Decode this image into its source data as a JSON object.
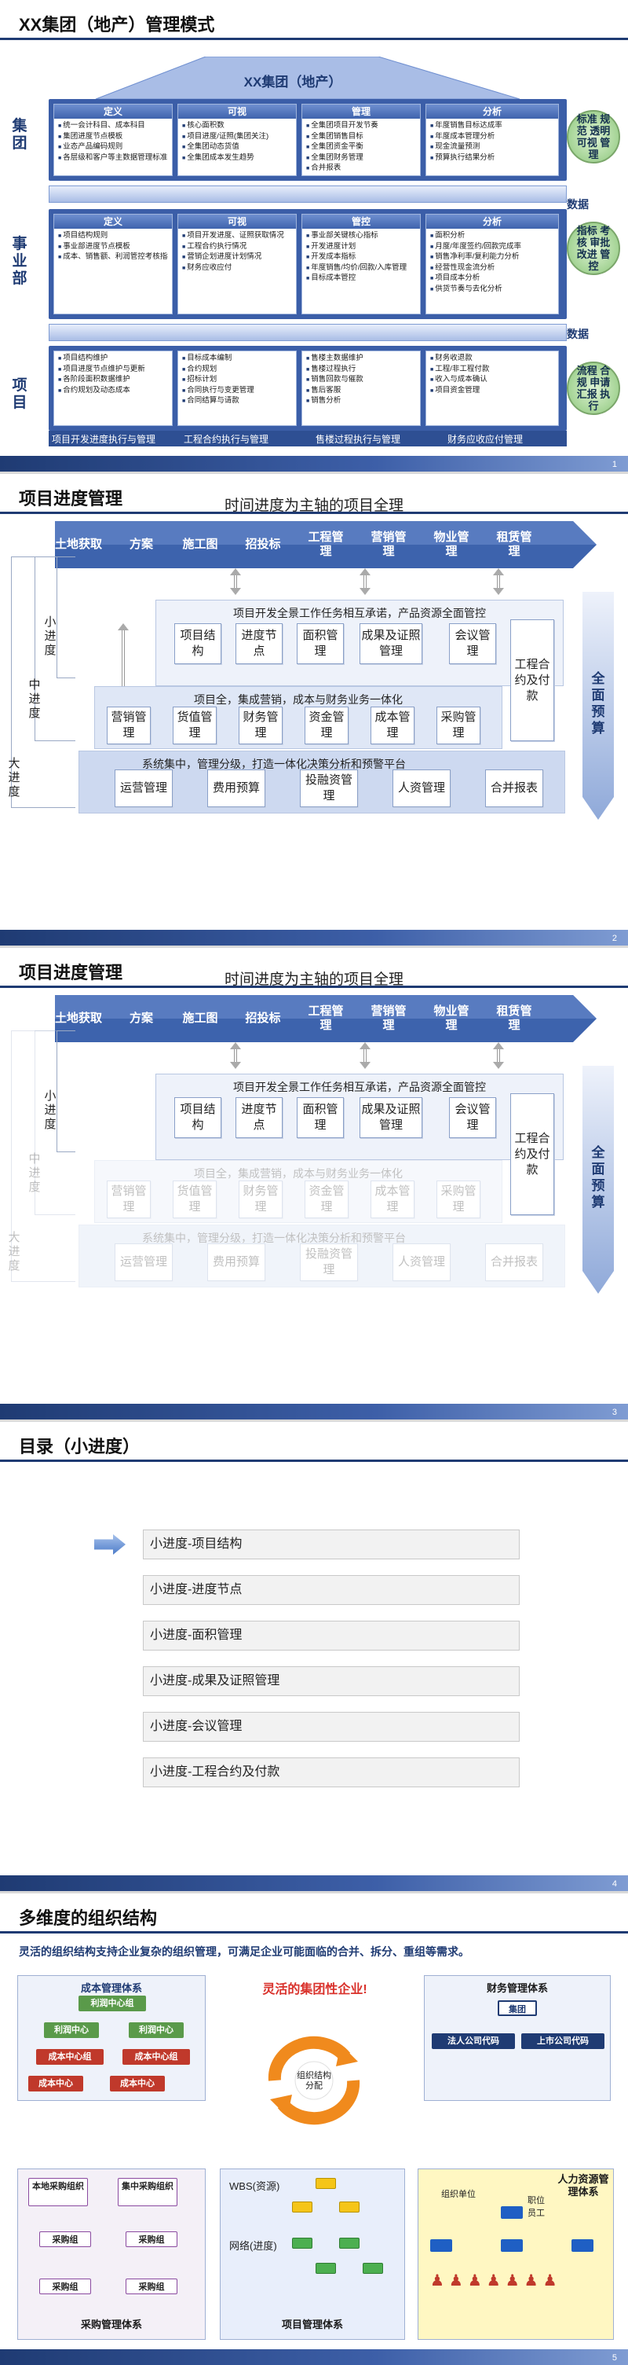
{
  "slide1": {
    "title": "XX集团（地产）管理模式",
    "roof_label": "XX集团（地产）",
    "page": "1",
    "levels": [
      "集团",
      "事业部",
      "项目"
    ],
    "group_row": [
      {
        "head": "定义",
        "items": [
          "统一会计科目、成本科目",
          "集团进度节点模板",
          "业态产品编码规则",
          "各层级和客户等主数据管理标准"
        ]
      },
      {
        "head": "可视",
        "items": [
          "核心面积数",
          "项目进度/证照(集团关注)",
          "全集团动态货值",
          "全集团成本发生趋势"
        ]
      },
      {
        "head": "管理",
        "items": [
          "全集团项目开发节奏",
          "全集团销售目标",
          "全集团资金平衡",
          "全集团财务管理",
          "合并报表"
        ]
      },
      {
        "head": "分析",
        "items": [
          "年度销售目标达成率",
          "年度成本管理分析",
          "现金流量预测",
          "预算执行结果分析"
        ]
      }
    ],
    "bu_row": [
      {
        "head": "定义",
        "items": [
          "项目结构规则",
          "事业部进度节点模板",
          "成本、销售额、利润管控考核指标"
        ]
      },
      {
        "head": "可视",
        "items": [
          "项目开发进度、证照获取情况",
          "工程合约执行情况",
          "营销企划进度计划情况",
          "财务应收应付"
        ]
      },
      {
        "head": "管控",
        "items": [
          "事业部关键核心指标",
          "开发进度计划",
          "开发成本指标",
          "年度销售/均价/回款/入库管理",
          "目标成本管控"
        ]
      },
      {
        "head": "分析",
        "items": [
          "面积分析",
          "月度/年度签约/回款完成率",
          "销售净利率/复利能力分析",
          "经营性现金流分析",
          "项目成本分析",
          "供货节奏与去化分析"
        ]
      }
    ],
    "project_row": [
      {
        "items": [
          "项目结构维护",
          "项目进度节点维护与更新",
          "各阶段面积数据维护",
          "合约规划及动态成本"
        ]
      },
      {
        "items": [
          "目标成本编制",
          "合约规划",
          "招标计划",
          "合同执行与变更管理",
          "合同结算与请款"
        ]
      },
      {
        "items": [
          "售楼主数据维护",
          "售楼过程执行",
          "销售回款与催款",
          "售后客服",
          "销售分析"
        ]
      },
      {
        "items": [
          "财务收退款",
          "工程/非工程付款",
          "收入与成本确认",
          "项目资金管理"
        ]
      }
    ],
    "bottom_labels": [
      "项目开发进度执行与管理",
      "工程合约执行与管理",
      "售楼过程执行与管理",
      "财务应收应付管理"
    ],
    "side_circles": [
      "标准 规范 透明 可视 管理",
      "指标 考核 审批 改进 管控",
      "流程 合规 申请 汇报 执行"
    ],
    "data_tags": [
      "数据",
      "数据"
    ]
  },
  "slide2": {
    "title": "项目进度管理",
    "page": "2",
    "timeline_title": "时间进度为主轴的项目全理",
    "steps": [
      "土地获取",
      "方案",
      "施工图",
      "招投标",
      "工程管理",
      "营销管理",
      "物业管理",
      "租赁管理"
    ],
    "panel1_title": "项目开发全景工作任务相互承诺，产品资源全面管控",
    "panel1_boxes": [
      "项目结构",
      "进度节点",
      "面积管理",
      "成果及证照管理",
      "会议管理"
    ],
    "contract_box": "工程合约及付款",
    "panel2_title": "项目全，集成营销，成本与财务业务一体化",
    "panel2_boxes": [
      "营销管理",
      "货值管理",
      "财务管理",
      "资金管理",
      "成本管理",
      "采购管理"
    ],
    "panel3_title": "系统集中，管理分级，打造一体化决策分析和预警平台",
    "panel3_boxes": [
      "运营管理",
      "费用预算",
      "投融资管理",
      "人资管理",
      "合并报表"
    ],
    "labels": [
      "小进度",
      "中进度",
      "大进度"
    ],
    "side_label": "全面预算"
  },
  "slide3": {
    "title": "项目进度管理",
    "page": "3"
  },
  "slide4": {
    "title": "目录（小进度）",
    "page": "4",
    "items": [
      "小进度-项目结构",
      "小进度-进度节点",
      "小进度-面积管理",
      "小进度-成果及证照管理",
      "小进度-会议管理",
      "小进度-工程合约及付款"
    ]
  },
  "slide5": {
    "title": "多维度的组织结构",
    "page": "5",
    "subtitle": "灵活的组织结构支持企业复杂的组织管理，可满足企业可能面临的合并、拆分、重组等需求。",
    "center_slogan": "灵活的集团性企业!",
    "center_label": "组织结构分配",
    "cost_system": {
      "title": "成本管理体系",
      "nodes": [
        "利润中心组",
        "利润中心",
        "利润中心",
        "成本中心组",
        "成本中心组",
        "成本中心",
        "成本中心"
      ]
    },
    "finance_system": {
      "title": "财务管理体系",
      "nodes": [
        "集团",
        "法人公司代码",
        "上市公司代码"
      ]
    },
    "purchase_system": {
      "title": "采购管理体系",
      "nodes": [
        "本地采购组织",
        "集中采购组织",
        "采购组",
        "采购组",
        "采购组",
        "采购组"
      ]
    },
    "project_system": {
      "title": "项目管理体系",
      "labels": [
        "WBS(资源)",
        "网络(进度)"
      ]
    },
    "hr_system": {
      "title": "人力资源管理体系",
      "labels": [
        "组织单位",
        "职位",
        "员工"
      ]
    }
  },
  "colors": {
    "primary": "#1f3b73",
    "accent": "#3d5fa8",
    "green": "#8bc67a",
    "red": "#d9312b"
  }
}
